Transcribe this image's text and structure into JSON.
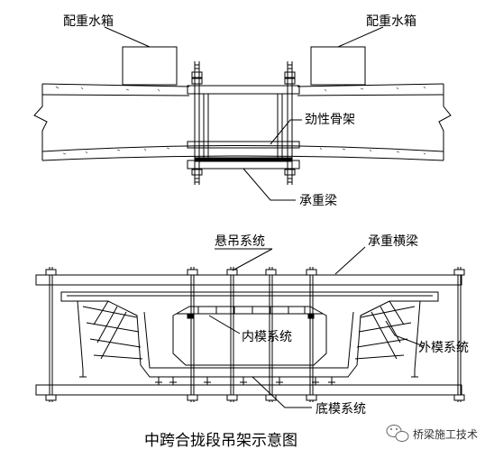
{
  "labels": {
    "water_tank_left": "配重水箱",
    "water_tank_right": "配重水箱",
    "stiff_skeleton": "劲性骨架",
    "bearing_beam": "承重梁",
    "hanging_system": "悬吊系统",
    "bearing_cross_beam": "承重横梁",
    "inner_form_system": "内模系统",
    "outer_form_system": "外模系统",
    "bottom_form_system": "底模系统"
  },
  "title": "中跨合拢段吊架示意图",
  "watermark": "桥梁施工技术",
  "watermark_icon": "wechat-icon"
}
